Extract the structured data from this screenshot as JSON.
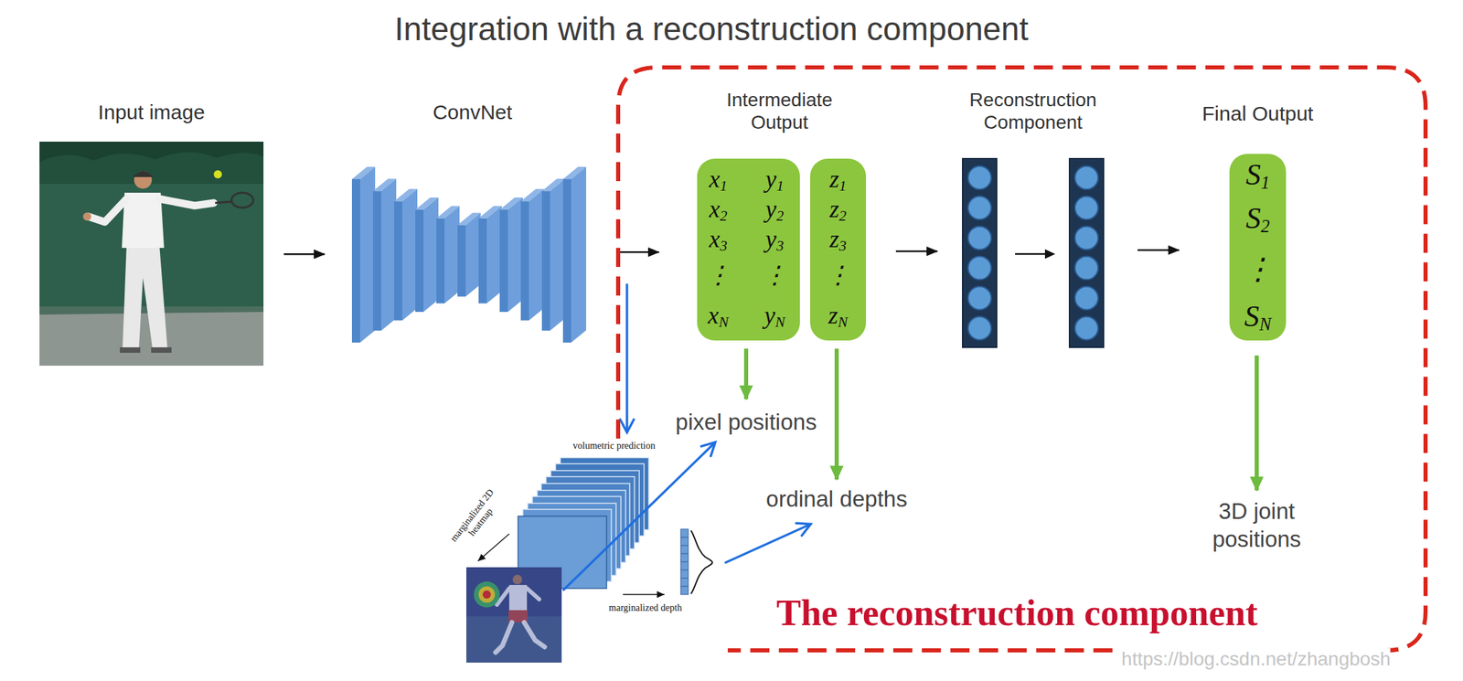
{
  "diagram": {
    "title": "Integration with a reconstruction component",
    "nodes": [
      {
        "text": [
          "Input image"
        ]
      },
      {
        "text": [
          "ConvNet"
        ]
      },
      {
        "text": [
          "The reconstruction component"
        ]
      },
      {
        "text": [
          "Intermediate Output",
          "x1",
          "x2",
          "x3",
          "⋮",
          "xN",
          "y1",
          "y2",
          "y3",
          "⋮",
          "yN"
        ],
        "in": 2
      },
      {
        "text": [
          "z1",
          "z2",
          "z3",
          "⋮",
          "zN"
        ],
        "in": 2
      },
      {
        "text": [
          "Reconstruction Component"
        ],
        "in": 2
      },
      {
        "text": [
          "Final Output",
          "S1",
          "S2",
          "⋮",
          "SN"
        ],
        "in": 2
      }
    ],
    "edges": [
      {
        "from": 0,
        "to": 1,
        "arrow": "to"
      },
      {
        "from": 1,
        "to": 3,
        "arrow": "to"
      },
      {
        "from": 4,
        "to": 5,
        "arrow": "to"
      },
      {
        "from": 5,
        "to": 6,
        "arrow": "to"
      }
    ],
    "labels": [
      "pixel positions",
      "ordinal depths",
      "3D joint positions",
      "volumetric prediction",
      "marginalized 2D heatmap",
      "marginalized depth",
      "https://blog.csdn.net/zhangbosh"
    ]
  }
}
